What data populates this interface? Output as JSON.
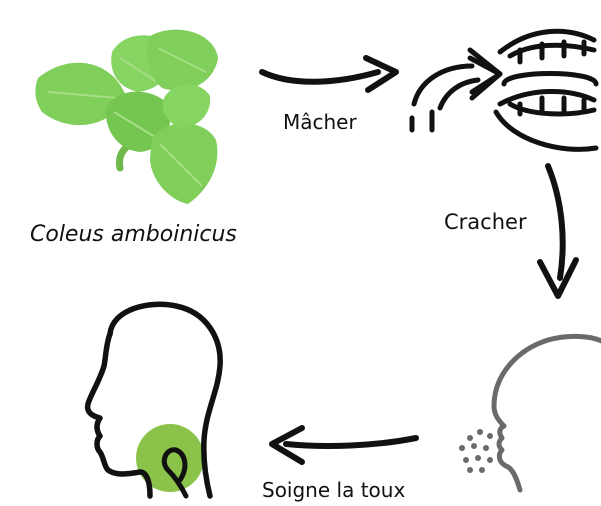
{
  "plant_name": "Coleus amboinicus",
  "steps": {
    "chew": "Mâcher",
    "spit": "Cracher",
    "cure": "Soigne la toux"
  },
  "colors": {
    "leaf": "#7fcf5a",
    "leaf_vein": "#a6de86",
    "throat_highlight": "#8bc34a",
    "outline": "#111111",
    "spray_outline": "#6a6a6a"
  },
  "icons": {
    "plant": "coleus-leaves-icon",
    "mouth": "open-mouth-icon",
    "spitting": "spitting-head-icon",
    "throat": "throat-head-icon"
  }
}
